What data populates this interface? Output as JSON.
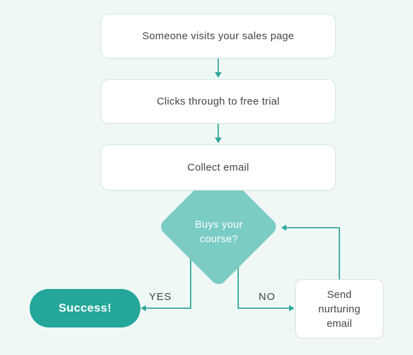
{
  "diagram": {
    "type": "flowchart",
    "background_color": "#f0f8f6",
    "nodes": {
      "step1": {
        "label": "Someone visits your sales page",
        "shape": "rounded-rect",
        "fill": "#ffffff"
      },
      "step2": {
        "label": "Clicks through to free trial",
        "shape": "rounded-rect",
        "fill": "#ffffff"
      },
      "step3": {
        "label": "Collect email",
        "shape": "rounded-rect",
        "fill": "#ffffff"
      },
      "decision": {
        "label": "Buys your course?",
        "line1": "Buys your",
        "line2": "course?",
        "shape": "diamond",
        "fill": "#7bccc4",
        "text_color": "#ffffff"
      },
      "success": {
        "label": "Success!",
        "shape": "pill",
        "fill": "#24a79a",
        "text_color": "#ffffff"
      },
      "nurture": {
        "label": "Send nurturing email",
        "line1": "Send",
        "line2": "nurturing",
        "line3": "email",
        "shape": "rounded-rect",
        "fill": "#ffffff"
      }
    },
    "edges": {
      "yes_label": "YES",
      "no_label": "NO",
      "flow": [
        "step1 -> step2",
        "step2 -> step3",
        "step3 -> decision",
        "decision -YES-> success",
        "decision -NO-> nurture",
        "nurture -> decision"
      ]
    },
    "colors": {
      "connector": "#2ea79b",
      "process_border": "#cfe6e3",
      "action_border": "#d9dfde",
      "text": "#414549"
    }
  }
}
